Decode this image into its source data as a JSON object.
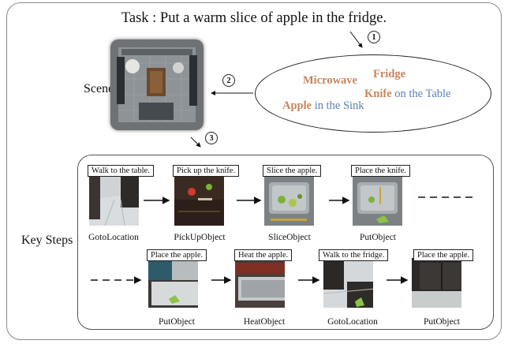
{
  "task": "Task : Put a warm slice of apple in the fridge.",
  "scene_label": "Scene",
  "key_steps_label": "Key Steps",
  "circles": [
    "1",
    "2",
    "3"
  ],
  "objects": {
    "microwave": "Microwave",
    "fridge": "Fridge",
    "knife": "Knife",
    "on_the_table": "on the Table",
    "apple": "Apple",
    "in_the_sink": "in the Sink"
  },
  "steps": [
    {
      "caption": "Walk to the table.",
      "action": "GotoLocation"
    },
    {
      "caption": "Pick up the knife.",
      "action": "PickUpObject"
    },
    {
      "caption": "Slice the apple.",
      "action": "SliceObject"
    },
    {
      "caption": "Place the knife.",
      "action": "PutObject"
    },
    {
      "caption": "Place the apple.",
      "action": "PutObject"
    },
    {
      "caption": "Heat the apple.",
      "action": "HeatObject"
    },
    {
      "caption": "Walk to the fridge.",
      "action": "GotoLocation"
    },
    {
      "caption": "Place the apple.",
      "action": "PutObject"
    }
  ],
  "colors": {
    "object": "#c9855a",
    "location": "#5b80b6"
  }
}
